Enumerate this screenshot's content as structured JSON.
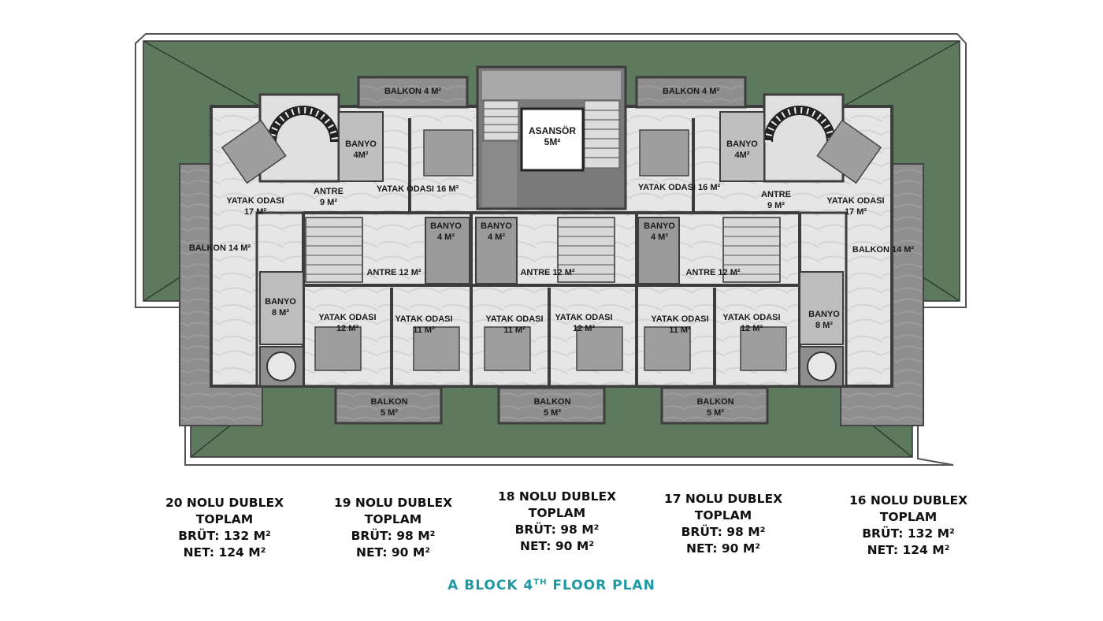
{
  "rooms": [
    {
      "id": "balkon-top-left",
      "lines": [
        "BALKON 4 M²"
      ]
    },
    {
      "id": "balkon-top-right",
      "lines": [
        "BALKON 4 M²"
      ]
    },
    {
      "id": "asansor",
      "lines": [
        "ASANSÖR",
        "5M²"
      ]
    },
    {
      "id": "banyo-top-left",
      "lines": [
        "BANYO",
        "4M²"
      ]
    },
    {
      "id": "banyo-top-right",
      "lines": [
        "BANYO",
        "4M²"
      ]
    },
    {
      "id": "antre-top-left",
      "lines": [
        "ANTRE",
        "9 M²"
      ]
    },
    {
      "id": "antre-top-right",
      "lines": [
        "ANTRE",
        "9 M²"
      ]
    },
    {
      "id": "yatak-16-left",
      "lines": [
        "YATAK ODASI 16 M²"
      ]
    },
    {
      "id": "yatak-16-right",
      "lines": [
        "YATAK ODASI 16 M²"
      ]
    },
    {
      "id": "yatak-17-left",
      "lines": [
        "YATAK ODASI",
        "17 M²"
      ]
    },
    {
      "id": "yatak-17-right",
      "lines": [
        "YATAK ODASI",
        "17 M²"
      ]
    },
    {
      "id": "balkon-14-left",
      "lines": [
        "BALKON 14 M²"
      ]
    },
    {
      "id": "balkon-14-right",
      "lines": [
        "BALKON 14 M²"
      ]
    },
    {
      "id": "banyo-mid-1",
      "lines": [
        "BANYO",
        "4 M²"
      ]
    },
    {
      "id": "banyo-mid-2",
      "lines": [
        "BANYO",
        "4 M²"
      ]
    },
    {
      "id": "banyo-mid-3",
      "lines": [
        "BANYO",
        "4 M²"
      ]
    },
    {
      "id": "antre-12-1",
      "lines": [
        "ANTRE 12 M²"
      ]
    },
    {
      "id": "antre-12-2",
      "lines": [
        "ANTRE 12 M²"
      ]
    },
    {
      "id": "antre-12-3",
      "lines": [
        "ANTRE 12 M²"
      ]
    },
    {
      "id": "banyo-8-left",
      "lines": [
        "BANYO",
        "8 M²"
      ]
    },
    {
      "id": "banyo-8-right",
      "lines": [
        "BANYO",
        "8 M²"
      ]
    },
    {
      "id": "yatak-12-1",
      "lines": [
        "YATAK ODASI",
        "12 M²"
      ]
    },
    {
      "id": "yatak-11-1",
      "lines": [
        "YATAK ODASI",
        "11 M²"
      ]
    },
    {
      "id": "yatak-11-2",
      "lines": [
        "YATAK ODASI",
        "11 M²"
      ]
    },
    {
      "id": "yatak-12-2",
      "lines": [
        "YATAK ODASI",
        "12 M²"
      ]
    },
    {
      "id": "yatak-11-3",
      "lines": [
        "YATAK ODASI",
        "11 M²"
      ]
    },
    {
      "id": "yatak-12-3",
      "lines": [
        "YATAK ODASI",
        "12 M²"
      ]
    },
    {
      "id": "balkon-5-1",
      "lines": [
        "BALKON",
        "5 M²"
      ]
    },
    {
      "id": "balkon-5-2",
      "lines": [
        "BALKON",
        "5 M²"
      ]
    },
    {
      "id": "balkon-5-3",
      "lines": [
        "BALKON",
        "5 M²"
      ]
    }
  ],
  "units": [
    {
      "name": "20 NOLU DUBLEX",
      "total": "TOPLAM",
      "brut": "BRÜT: 132 M²",
      "net": "NET: 124 M²"
    },
    {
      "name": "19 NOLU DUBLEX",
      "total": "TOPLAM",
      "brut": "BRÜT: 98 M²",
      "net": "NET: 90 M²"
    },
    {
      "name": "18 NOLU DUBLEX",
      "total": "TOPLAM",
      "brut": "BRÜT: 98 M²",
      "net": "NET: 90 M²"
    },
    {
      "name": "17 NOLU DUBLEX",
      "total": "TOPLAM",
      "brut": "BRÜT: 98 M²",
      "net": "NET: 90 M²"
    },
    {
      "name": "16 NOLU DUBLEX",
      "total": "TOPLAM",
      "brut": "BRÜT: 132 M²",
      "net": "NET: 124 M²"
    }
  ],
  "title": {
    "prefix": "A BLOCK 4",
    "superscript": "TH",
    "suffix": " FLOOR PLAN"
  },
  "colors": {
    "roof": "#5e7a5e",
    "wall": "#4a4a4a",
    "floor": "#e4e4e4",
    "balcony": "#8d8d8d",
    "accent": "#1f9aa4"
  }
}
